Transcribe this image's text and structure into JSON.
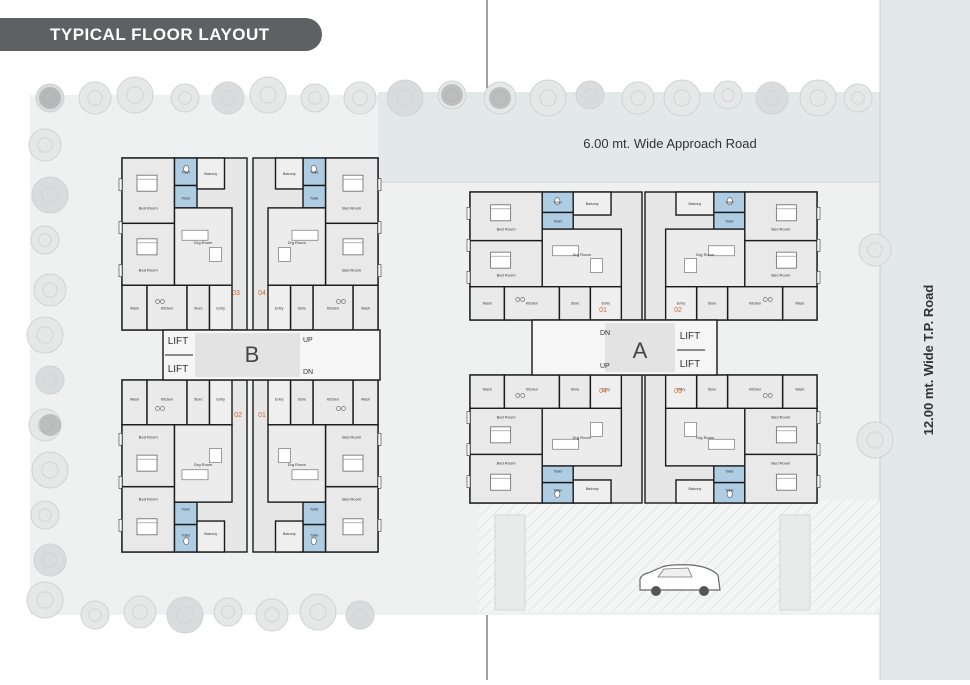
{
  "page": {
    "title": "TYPICAL FLOOR LAYOUT"
  },
  "roads": {
    "approach": "6.00 mt. Wide Approach Road",
    "tp_road": "12.00 mt. Wide T.P. Road"
  },
  "blocks": {
    "b": {
      "name": "B",
      "lift1": "LIFT",
      "lift2": "LIFT",
      "up": "UP",
      "dn": "DN",
      "flats": [
        "03",
        "04",
        "02",
        "01"
      ]
    },
    "a": {
      "name": "A",
      "lift1": "LIFT",
      "lift2": "LIFT",
      "up": "UP",
      "dn": "DN",
      "flats": [
        "01",
        "02",
        "04",
        "03"
      ]
    }
  },
  "rooms": {
    "bed_room": "Bed Room",
    "toilet": "Toilet",
    "balcony": "Balcony",
    "drg_room": "Drg Room",
    "kitchen": "Kitchen",
    "store": "Store",
    "entry": "Entry",
    "wash": "Wash"
  },
  "colors": {
    "banner": "#5f6062",
    "road": "#e3e8e8",
    "site": "#eff1f1",
    "floor": "#e7e7e7",
    "wall": "#1a1a1a",
    "toilet_tile": "#aecde2",
    "flat_no": "#d2692a"
  }
}
